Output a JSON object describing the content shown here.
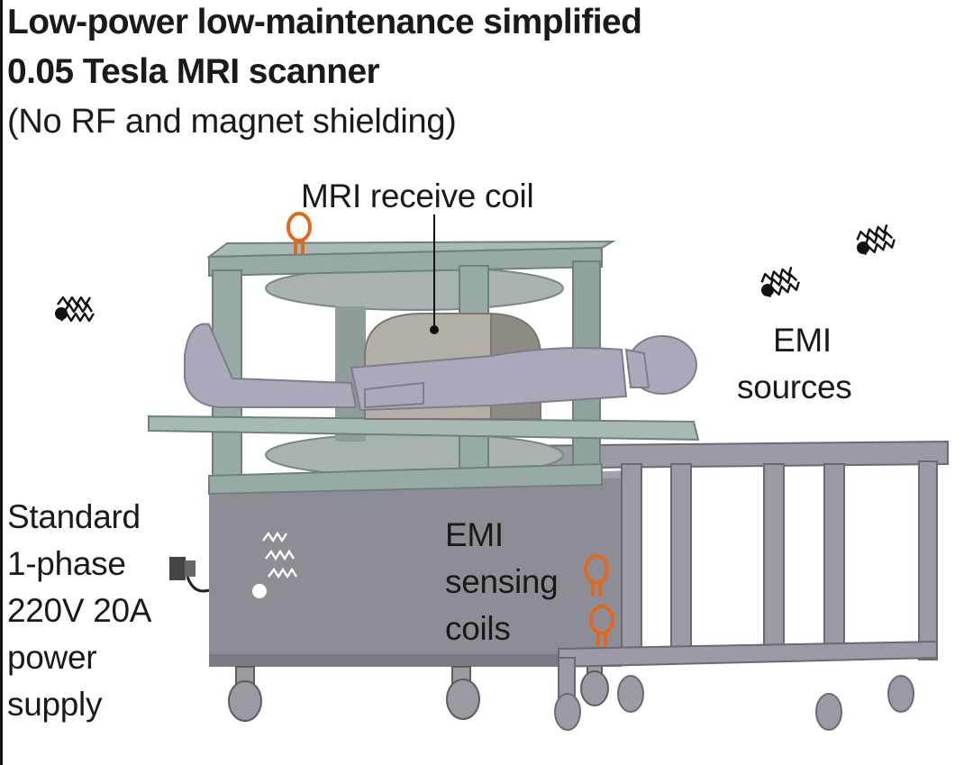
{
  "header": {
    "title_line1": "Low-power low-maintenance simplified",
    "title_line2": "0.05 Tesla MRI scanner",
    "subtitle": "(No RF and magnet shielding)"
  },
  "labels": {
    "receive_coil": "MRI receive coil",
    "emi_sources_line1": "EMI",
    "emi_sources_line2": "sources",
    "emi_sensing_line1": "EMI",
    "emi_sensing_line2": "sensing",
    "emi_sensing_line3": "coils",
    "power_line1": "Standard",
    "power_line2": "1-phase",
    "power_line3": "220V 20A",
    "power_line4": "power",
    "power_line5": "supply"
  },
  "colors": {
    "frame": "#97aaa6",
    "frame_dark": "#6f817d",
    "cabinet": "#8d8d95",
    "cabinet_dark": "#6e6e76",
    "cart": "#9b9ba6",
    "body": "#a9a9b9",
    "coil": "#e2681f",
    "text": "#1a1a1a"
  }
}
